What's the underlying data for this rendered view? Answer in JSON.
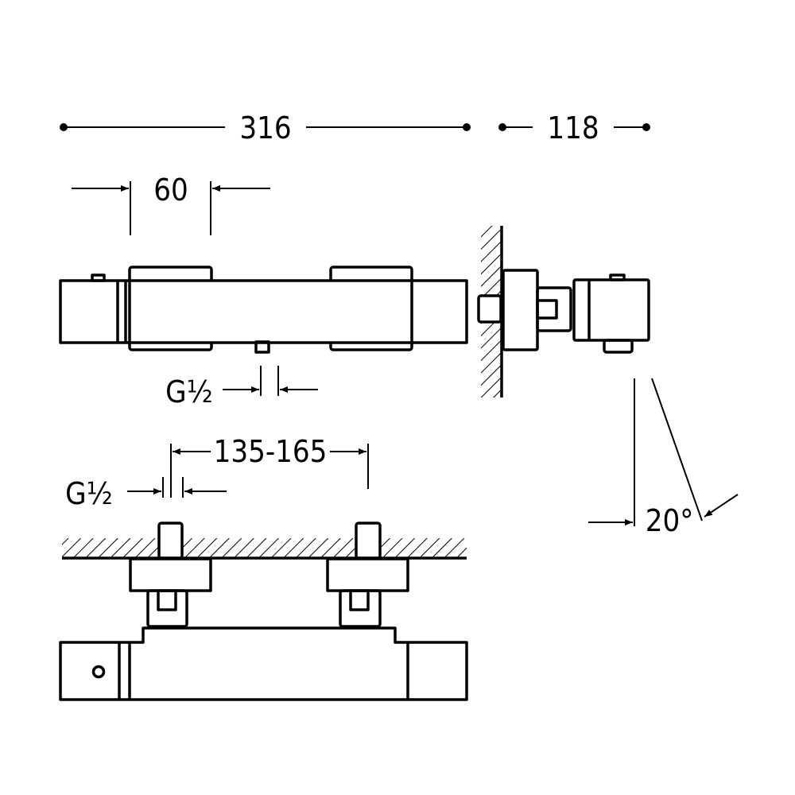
{
  "dimensions": {
    "overall_length": "316",
    "depth": "118",
    "handle_width": "60",
    "outlet_thread": "G½",
    "inlet_spacing": "135-165",
    "inlet_thread": "G½",
    "tilt_angle": "20°"
  },
  "colors": {
    "line": "#000000",
    "background": "#ffffff"
  }
}
